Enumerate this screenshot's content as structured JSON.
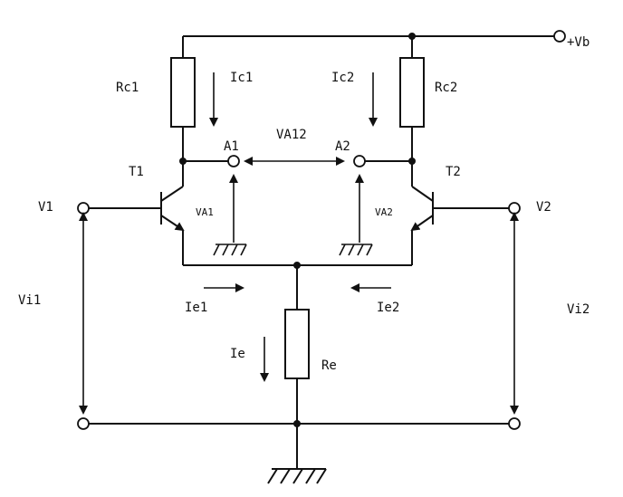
{
  "labels": {
    "vb": "+Vb",
    "rc1": "Rc1",
    "rc2": "Rc2",
    "ic1": "Ic1",
    "ic2": "Ic2",
    "a1": "A1",
    "a2": "A2",
    "va12": "VA12",
    "t1": "T1",
    "t2": "T2",
    "v1": "V1",
    "v2": "V2",
    "va1": "VA1",
    "va2": "VA2",
    "vi1": "Vi1",
    "vi2": "Vi2",
    "ie1": "Ie1",
    "ie2": "Ie2",
    "ie": "Ie",
    "re": "Re"
  }
}
